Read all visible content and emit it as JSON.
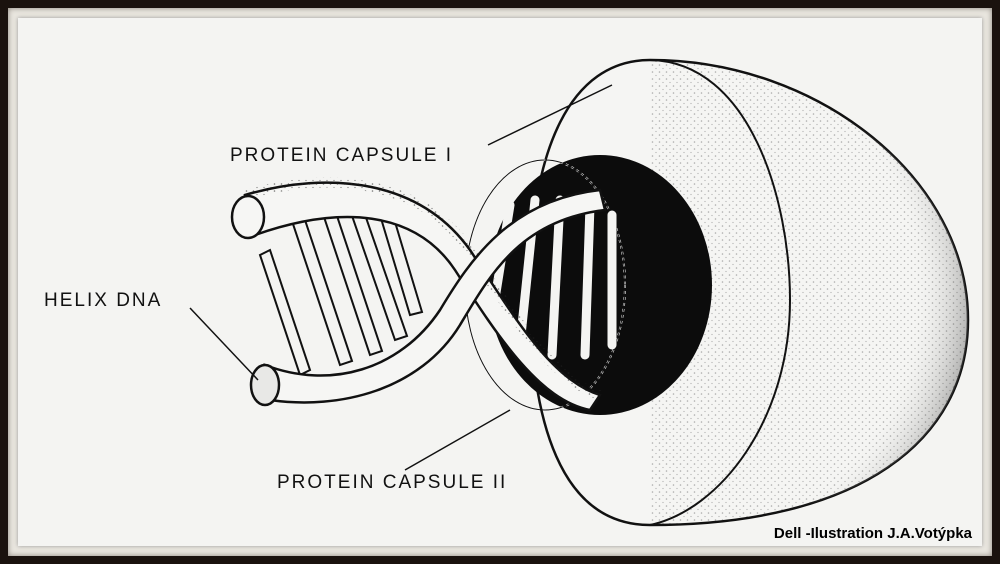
{
  "labels": {
    "capsule_one": "PROTEIN  CAPSULE I",
    "helix": "HELIX  DNA",
    "capsule_two": "PROTEIN  CAPSULE II"
  },
  "credit": "Dell -Ilustration J.A.Votýpka"
}
